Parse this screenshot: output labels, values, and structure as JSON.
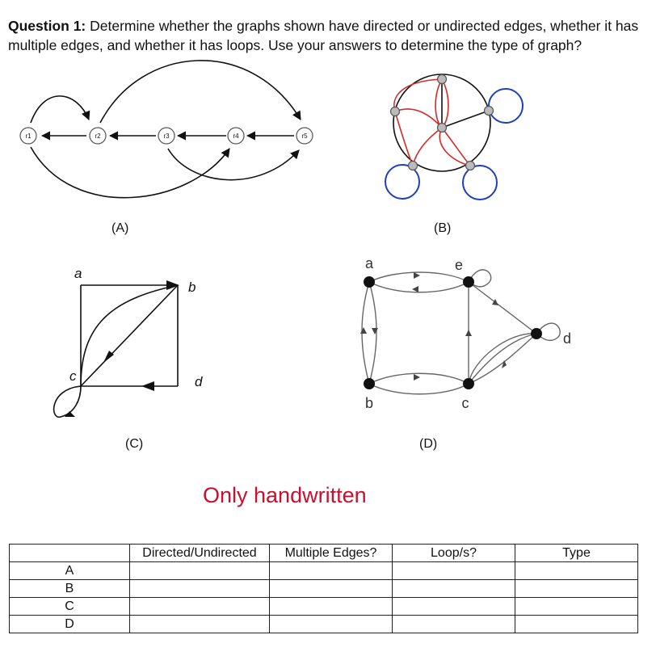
{
  "question": {
    "label": "Question 1:",
    "text": " Determine whether the graphs shown have directed or undirected edges, whether it has multiple edges, and whether it has loops. Use your answers to determine the type of graph?"
  },
  "graphs": {
    "a": {
      "caption": "(A)",
      "nodes": [
        "r1",
        "r2",
        "r3",
        "r4",
        "r5"
      ]
    },
    "b": {
      "caption": "(B)"
    },
    "c": {
      "caption": "(C)",
      "nodes": [
        "a",
        "b",
        "c",
        "d"
      ]
    },
    "d": {
      "caption": "(D)",
      "nodes": [
        "a",
        "b",
        "c",
        "d",
        "e"
      ]
    }
  },
  "note": "Only handwritten",
  "table": {
    "headers": [
      "",
      "Directed/Undirected",
      "Multiple Edges?",
      "Loop/s?",
      "Type"
    ],
    "rows": [
      "A",
      "B",
      "C",
      "D"
    ]
  },
  "colors": {
    "red": "#d62828",
    "blue": "#1f3fbf",
    "note": "#c8102e"
  }
}
